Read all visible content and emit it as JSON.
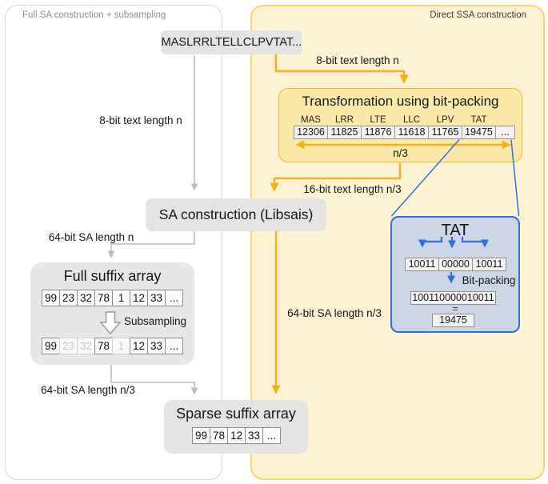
{
  "panels": {
    "left": {
      "label": "Full SA construction + subsampling"
    },
    "right": {
      "label": "Direct SSA construction"
    }
  },
  "input_box": {
    "text": "MASLRRLTELLCLPVTAT..."
  },
  "edges": {
    "bit8_left": "8-bit text length n",
    "bit8_right": "8-bit text length n",
    "bit16": "16-bit text length n/3",
    "bit64_n": "64-bit SA length n",
    "bit64_n3_left": "64-bit SA length n/3",
    "bit64_n3_right": "64-bit SA length n/3"
  },
  "transformation": {
    "title": "Transformation using bit-packing",
    "labels": [
      "MAS",
      "LRR",
      "LTE",
      "LLC",
      "LPV",
      "TAT"
    ],
    "values": [
      "12306",
      "11825",
      "11876",
      "11618",
      "11765",
      "19475",
      "..."
    ],
    "span_label": "n/3"
  },
  "sa_construction": {
    "title": "SA construction (Libsais)"
  },
  "full_suffix_array": {
    "title": "Full suffix array",
    "row1": [
      "99",
      "23",
      "32",
      "78",
      "1",
      "12",
      "33",
      "..."
    ],
    "row2": [
      "99",
      "23",
      "32",
      "78",
      "1",
      "12",
      "33",
      "..."
    ],
    "faded_indices": [
      1,
      2,
      4
    ],
    "subsampling_label": "Subsampling"
  },
  "sparse_suffix_array": {
    "title": "Sparse suffix array",
    "cells": [
      "99",
      "78",
      "12",
      "33",
      "..."
    ]
  },
  "bitpack_detail": {
    "title": "TAT",
    "bit_cells": [
      "10011",
      "00000",
      "10011"
    ],
    "arrow_label": "Bit-packing",
    "packed_value": "100110000010011",
    "equals": "=",
    "result_value": "19475"
  },
  "colors": {
    "accent_yellow": "#f2b11d",
    "panel_yellow_border": "#f6d76e",
    "panel_yellow_fill": "#fdf3d2",
    "transformation_fill": "#fce9a9",
    "accent_blue": "#2f6fe0",
    "bitpack_fill": "#ccd6e5",
    "box_gray": "#e4e4e4",
    "arrow_gray": "#bcbcbc"
  }
}
